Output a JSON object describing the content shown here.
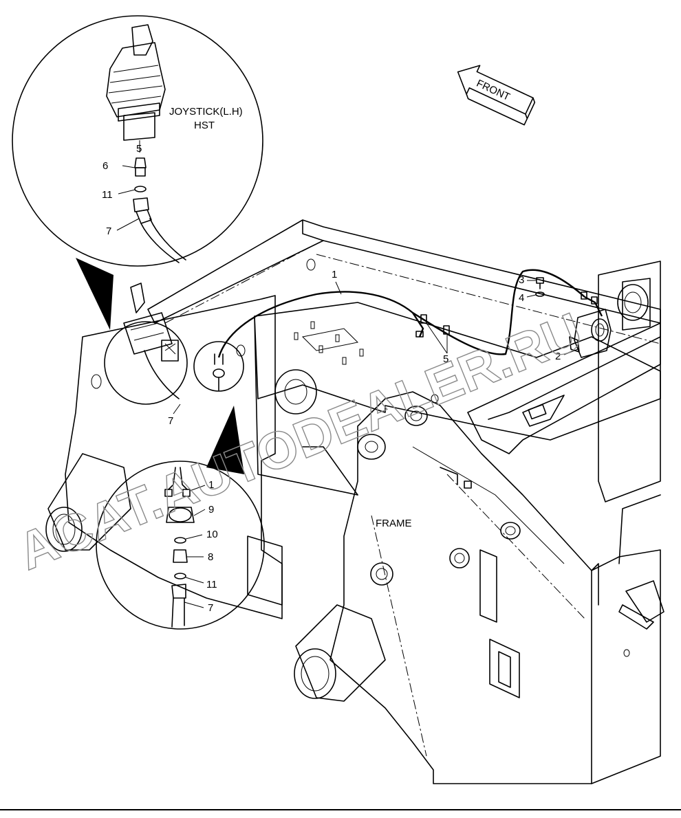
{
  "diagram": {
    "front_arrow": "FRONT",
    "frame_label": "FRAME",
    "joystick_label_line1": "JOYSTICK(L.H)",
    "joystick_label_line2": "HST",
    "watermark": "ACAT.AUTODEALER.RU",
    "callouts": {
      "main_1": "1",
      "main_2": "2",
      "main_3": "3",
      "main_4": "4",
      "main_5": "5",
      "main_7": "7",
      "top_5": "5",
      "top_6": "6",
      "top_11": "11",
      "top_7": "7",
      "bot_1": "1",
      "bot_9": "9",
      "bot_10": "10",
      "bot_8": "8",
      "bot_11": "11",
      "bot_7": "7"
    }
  }
}
